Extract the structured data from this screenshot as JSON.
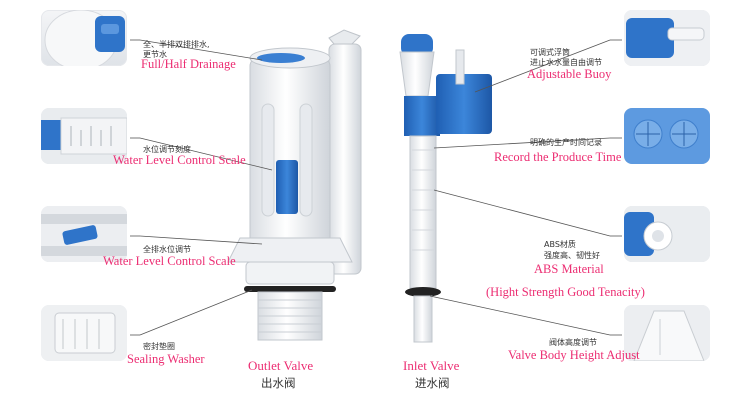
{
  "callouts": {
    "full_half_drainage": {
      "cn_line1": "全、半排双排排水,",
      "cn_line2": "更节水",
      "en": "Full/Half Drainage"
    },
    "water_level_scale": {
      "cn": "水位调节刻度",
      "en": "Water Level Control Scale"
    },
    "water_level_control": {
      "cn": "全排水位调节",
      "en": "Water Level Control Scale"
    },
    "sealing_washer": {
      "cn": "密封垫圈",
      "en": "Sealing Washer"
    },
    "adjustable_buoy": {
      "cn_line1": "可调式浮筒",
      "cn_line2": "进止水水量自由调节",
      "en": "Adjustable Buoy"
    },
    "produce_time": {
      "cn": "明确的生产时间记录",
      "en": "Record the Produce Time"
    },
    "abs_material": {
      "cn_line1": "ABS材质",
      "cn_line2": "强度高、韧性好",
      "en": "ABS Material",
      "en_sub": "(Hight Strength  Good Tenacity)"
    },
    "valve_body_height": {
      "cn": "阀体高度调节",
      "en": "Valve Body Height Adjust"
    }
  },
  "products": {
    "outlet_valve": {
      "en": "Outlet Valve",
      "cn": "出水阀"
    },
    "inlet_valve": {
      "en": "Inlet Valve",
      "cn": "进水阀"
    }
  },
  "colors": {
    "accent_pink": "#ec2d72",
    "valve_blue": "#2a6cc0",
    "leader_line": "#555555"
  }
}
